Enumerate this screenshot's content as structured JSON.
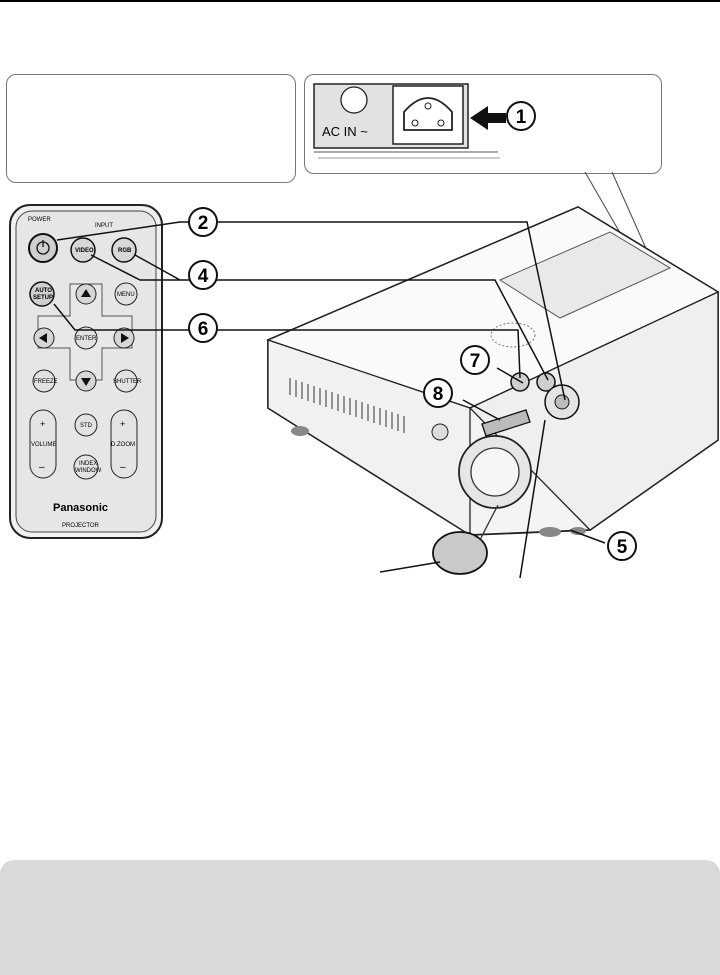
{
  "page": {
    "top_rule": true
  },
  "ac_inlet": {
    "label": "AC IN ~"
  },
  "remote": {
    "power_label": "POWER",
    "input_label": "INPUT",
    "video": "VIDEO",
    "rgb": "RGB",
    "auto_line1": "AUTO",
    "auto_line2": "SETUP",
    "menu": "MENU",
    "enter": "ENTER",
    "freeze": "FREEZE",
    "shutter": "SHUTTER",
    "std": "STD",
    "volume": "VOLUME",
    "dzoom": "D.ZOOM",
    "index_line1": "INDEX",
    "index_line2": "WINDOW",
    "plus": "+",
    "minus": "–",
    "brand": "Panasonic",
    "product": "PROJECTOR"
  },
  "callouts": [
    "1",
    "2",
    "4",
    "6",
    "7",
    "8",
    "5"
  ],
  "colors": {
    "note_bg": "#d9d9d9",
    "remote_body": "#ececec",
    "button": "#dcdcdc",
    "outline": "#222222"
  }
}
